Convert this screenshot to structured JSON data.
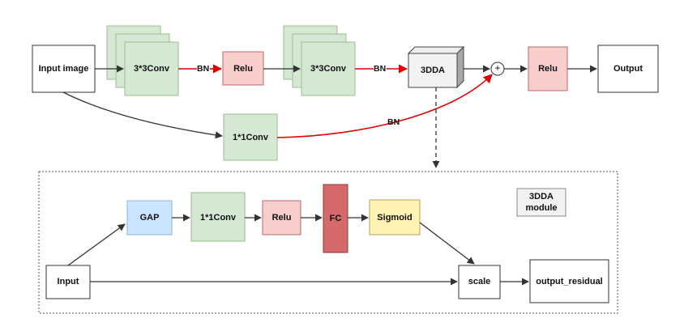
{
  "nodes": {
    "input_image": "Input image",
    "conv3_a": "3*3Conv",
    "relu_a": "Relu",
    "conv3_b": "3*3Conv",
    "dda": "3DDA",
    "relu_b": "Relu",
    "output": "Output",
    "conv1_skip": "1*1Conv",
    "m_input": "Input",
    "gap": "GAP",
    "m_conv1": "1*1Conv",
    "m_relu": "Relu",
    "fc": "FC",
    "sigmoid": "Sigmoid",
    "scale": "scale",
    "output_residual": "output_residual",
    "module_label_line1": "3DDA",
    "module_label_line2": "module"
  },
  "edge_labels": {
    "bn_1": "BN",
    "bn_2": "BN",
    "bn_skip": "BN"
  },
  "symbols": {
    "add": "+"
  },
  "colors": {
    "conv": "#d5e8d4",
    "conv_stroke": "#9bbd8f",
    "relu": "#f8cecc",
    "relu_stroke": "#b96a6a",
    "gap": "#cce5ff",
    "gap_stroke": "#8fb2d9",
    "fc": "#d46a6a",
    "fc_stroke": "#8e3b3b",
    "sigmoid": "#fff2b3",
    "sigmoid_stroke": "#b7a35a",
    "red_arrow": "#e00000",
    "line": "#333333"
  }
}
